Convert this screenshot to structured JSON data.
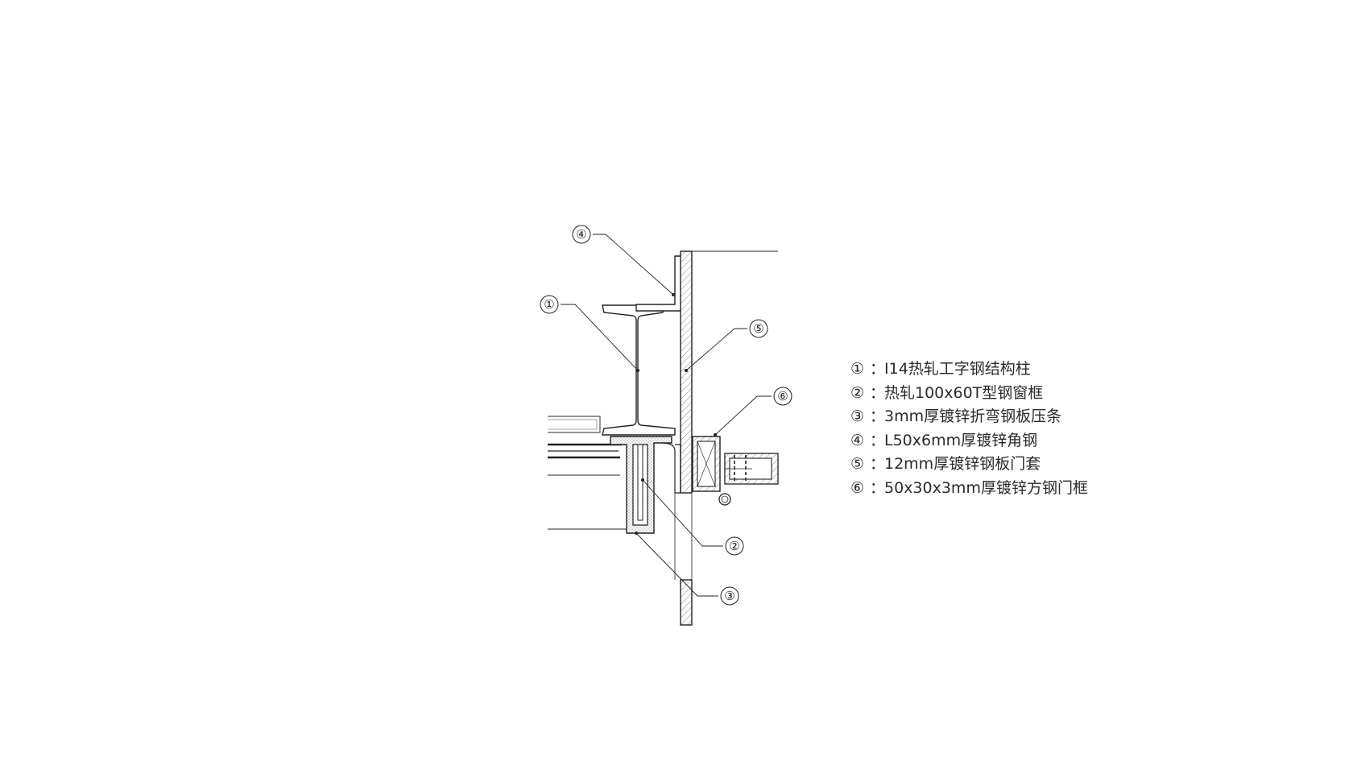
{
  "callouts": [
    {
      "id": "c1",
      "label": "①"
    },
    {
      "id": "c2",
      "label": "②"
    },
    {
      "id": "c3",
      "label": "③"
    },
    {
      "id": "c4",
      "label": "④"
    },
    {
      "id": "c5",
      "label": "⑤"
    },
    {
      "id": "c6",
      "label": "⑥"
    }
  ],
  "legend": {
    "separator": "：",
    "items": [
      {
        "num": "①",
        "text": "I14热轧工字钢结构柱"
      },
      {
        "num": "②",
        "text": "热轧100x60T型钢窗框"
      },
      {
        "num": "③",
        "text": "3mm厚镀锌折弯钢板压条"
      },
      {
        "num": "④",
        "text": "L50x6mm厚镀锌角钢"
      },
      {
        "num": "⑤",
        "text": "12mm厚镀锌钢板门套"
      },
      {
        "num": "⑥",
        "text": "50x30x3mm厚镀锌方钢门框"
      }
    ]
  }
}
